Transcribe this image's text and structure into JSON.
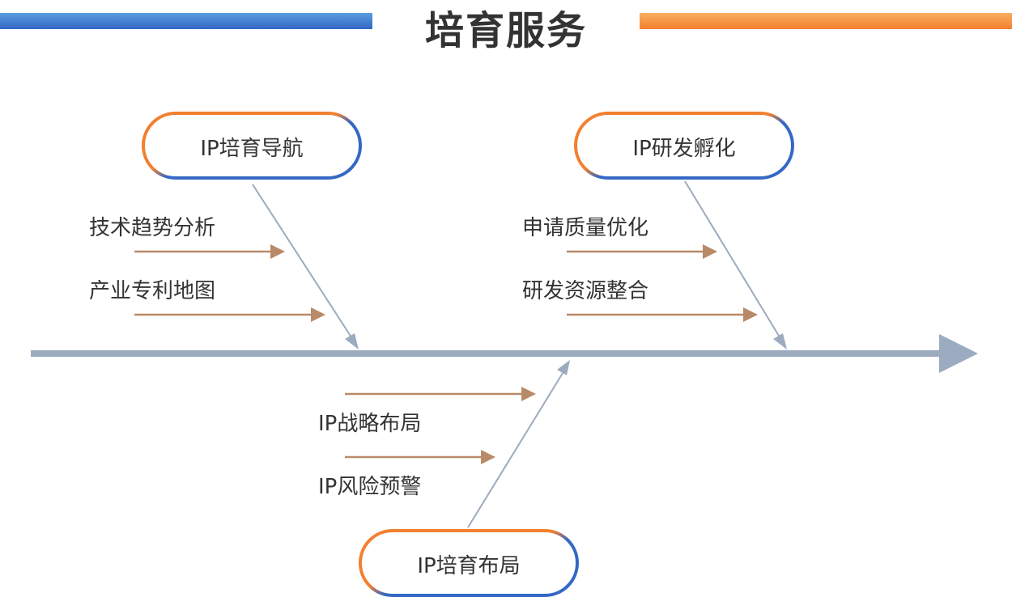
{
  "header": {
    "title": "培育服务"
  },
  "colors": {
    "accent_blue": "#3468c4",
    "accent_orange": "#f3802f",
    "spine": "#9cabbf",
    "sub_arrow": "#b98a68",
    "text": "#333333"
  },
  "diagram": {
    "type": "fishbone",
    "branches": [
      {
        "title": "IP培育导航",
        "items": [
          "技术趋势分析",
          "产业专利地图"
        ]
      },
      {
        "title": "IP研发孵化",
        "items": [
          "申请质量优化",
          "研发资源整合"
        ]
      },
      {
        "title": "IP培育布局",
        "items": [
          "IP战略布局",
          "IP风险预警"
        ]
      }
    ]
  }
}
